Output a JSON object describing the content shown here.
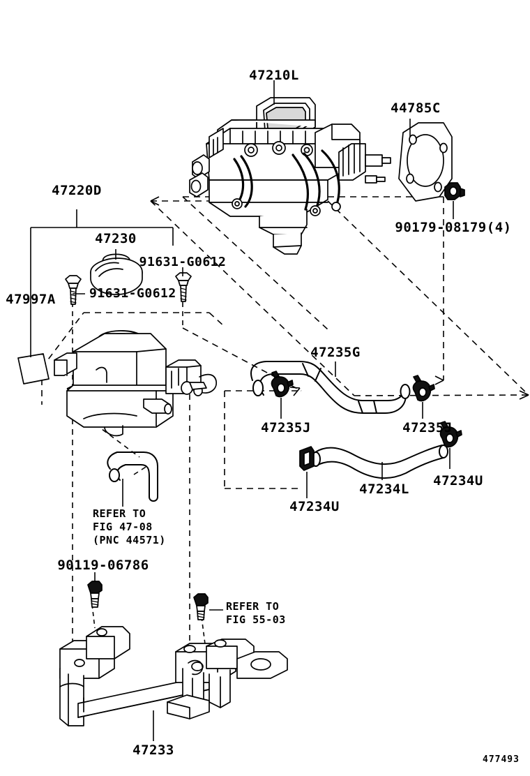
{
  "diagram": {
    "title": "Toyota brake booster / master cylinder reservoir exploded parts diagram",
    "figure_number": "477493",
    "ink_color": "#000000",
    "background_color": "#ffffff"
  },
  "labels": {
    "actuator": "47210L",
    "gasket": "44785C",
    "gasket_nut": "90179-08179(4)",
    "reservoir_assy": "47220D",
    "reservoir_cap": "47230",
    "reservoir_bolt_left": "91631-G0612",
    "reservoir_bolt_right": "91631-G0612",
    "label_plate": "47997A",
    "hose_upper": "47235G",
    "clamp_upper_left": "47235J",
    "clamp_upper_right": "47235J",
    "hose_lower": "47234L",
    "clamp_lower_left": "47234U",
    "clamp_lower_right": "47234U",
    "bracket_bolt": "90119-06786",
    "bracket": "47233"
  },
  "references": {
    "fig_47_08": "REFER TO\nFIG 47-08\n(PNC 44571)",
    "fig_55_03": "REFER TO\nFIG 55-03"
  }
}
